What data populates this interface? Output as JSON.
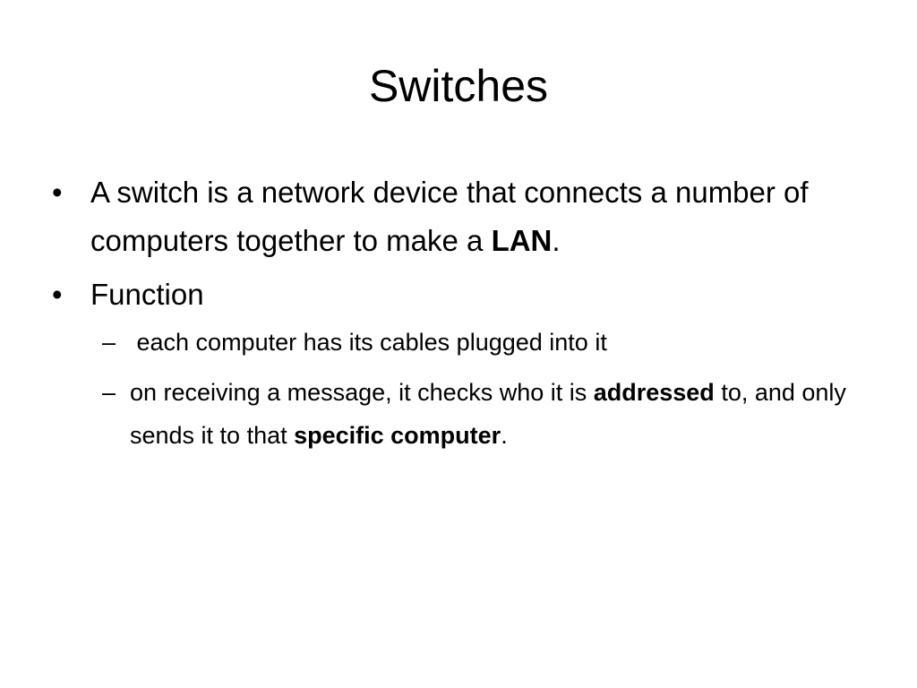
{
  "slide": {
    "title": "Switches",
    "bullet_marker": "•",
    "sub_marker": "–",
    "bullets": [
      {
        "parts": [
          {
            "text": "A switch is a network device that connects a number of computers together to make a ",
            "bold": false
          },
          {
            "text": "LAN",
            "bold": true
          },
          {
            "text": ".",
            "bold": false
          }
        ]
      },
      {
        "parts": [
          {
            "text": "Function",
            "bold": false
          }
        ],
        "sub": [
          {
            "parts": [
              {
                "text": " each computer has its cables plugged into it",
                "bold": false
              }
            ]
          },
          {
            "parts": [
              {
                "text": "on receiving a message, it checks who it is ",
                "bold": false
              },
              {
                "text": "addressed",
                "bold": true
              },
              {
                "text": " to, and only sends it to that ",
                "bold": false
              },
              {
                "text": "specific computer",
                "bold": true
              },
              {
                "text": ".",
                "bold": false
              }
            ]
          }
        ]
      }
    ]
  }
}
